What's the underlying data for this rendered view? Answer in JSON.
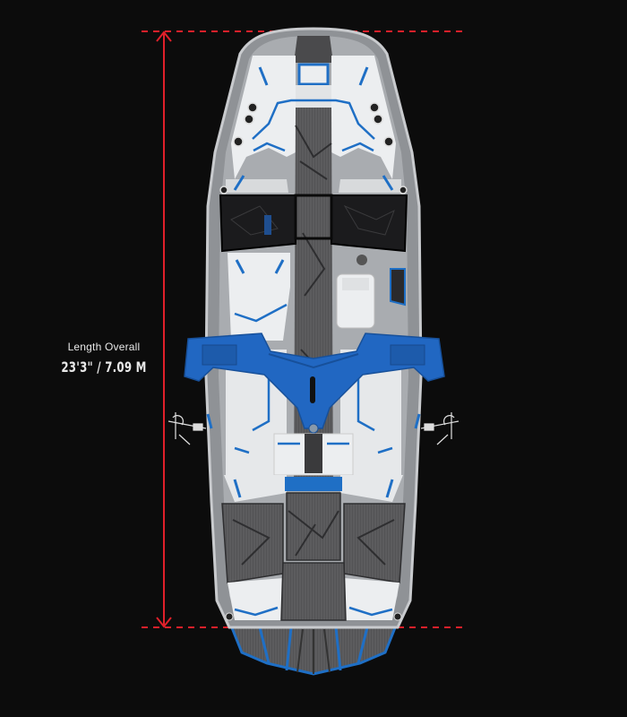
{
  "dimension": {
    "caption": "Length Overall",
    "value": "23'3\" / 7.09 M",
    "line_color": "#e0202a"
  },
  "boat": {
    "view": "top-view",
    "accent_color": "#1f6fc5",
    "hull_color": "#b9bcc0",
    "upholstery_color": "#eceef0",
    "deck_color": "#5a5a5c",
    "tower_color": "#2167c2"
  }
}
